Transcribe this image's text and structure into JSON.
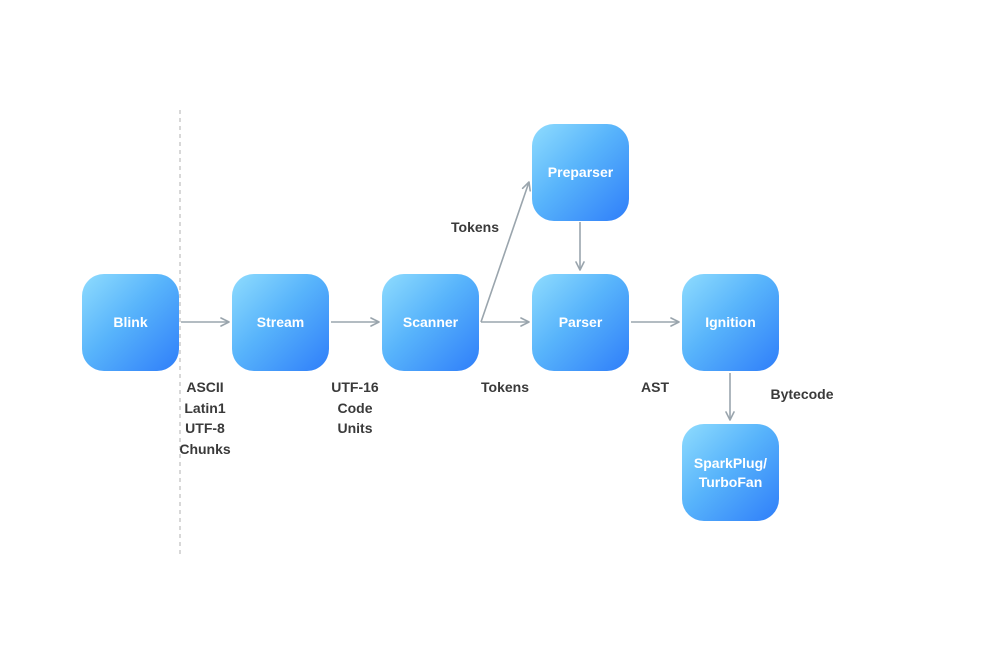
{
  "nodes": {
    "blink": "Blink",
    "stream": "Stream",
    "scanner": "Scanner",
    "preparser": "Preparser",
    "parser": "Parser",
    "ignition": "Ignition",
    "sparkplug": "SparkPlug/\nTurboFan"
  },
  "edges": {
    "blink_stream": "ASCII\nLatin1\nUTF-8\nChunks",
    "stream_scanner": "UTF-16\nCode\nUnits",
    "scanner_preparser": "Tokens",
    "scanner_parser": "Tokens",
    "parser_ignition": "AST",
    "ignition_sparkplug": "Bytecode"
  },
  "colors": {
    "node_light": "#8fdcfe",
    "node_dark": "#2f7ef9",
    "arrow": "#9aa5ad",
    "separator": "#c8c8c8",
    "label_text": "#3a3a3a"
  }
}
